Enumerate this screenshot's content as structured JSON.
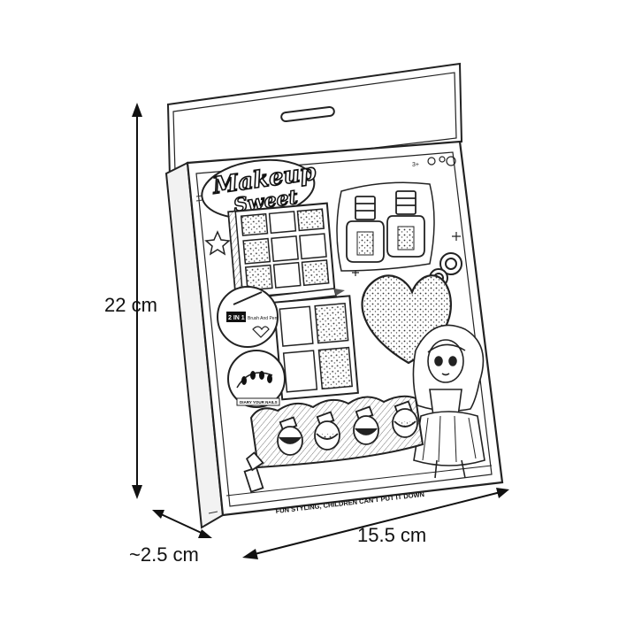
{
  "dimensions": {
    "height": "22 cm",
    "width": "15.5 cm",
    "depth": "~2.5 cm"
  },
  "package": {
    "brand_line1": "Makeup",
    "brand_line2": "Sweet",
    "badge_2in1": "2 IN 1",
    "badge_brush_pen": "Brush And Pen",
    "badge_nails": "DIARY YOUR NAILS",
    "tagline": "FUN STYLING, CHILDREN CAN'T PUT IT DOWN"
  }
}
